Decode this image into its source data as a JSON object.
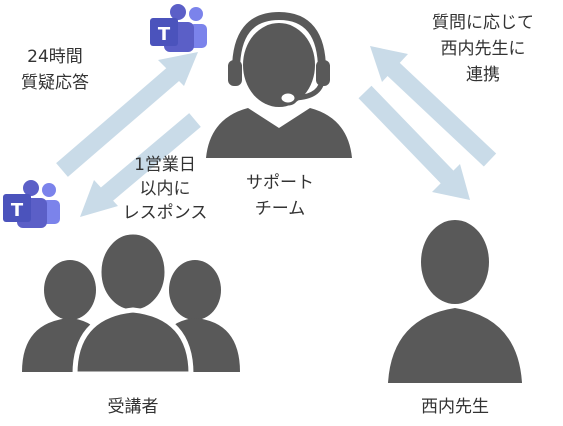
{
  "nodes": {
    "support_team": {
      "line1": "サポート",
      "line2": "チーム"
    },
    "students": {
      "label": "受講者"
    },
    "nishiuchi": {
      "label": "西内先生"
    }
  },
  "flows": {
    "qa_24h": {
      "line1": "24時間",
      "line2": "質疑応答"
    },
    "response": {
      "line1": "1営業日",
      "line2": "以内に",
      "line3": "レスポンス"
    },
    "collaborate": {
      "line1": "質問に応じて",
      "line2": "西内先生に",
      "line3": "連携"
    }
  },
  "icons": {
    "teams_logo_top": {
      "letter": "T"
    },
    "teams_logo_left": {
      "letter": "T"
    }
  },
  "colors": {
    "person": "#595959",
    "arrow": "#c9dbe8",
    "teams_purple": "#5b5fc7",
    "teams_light": "#7b83eb",
    "text": "#333333"
  }
}
